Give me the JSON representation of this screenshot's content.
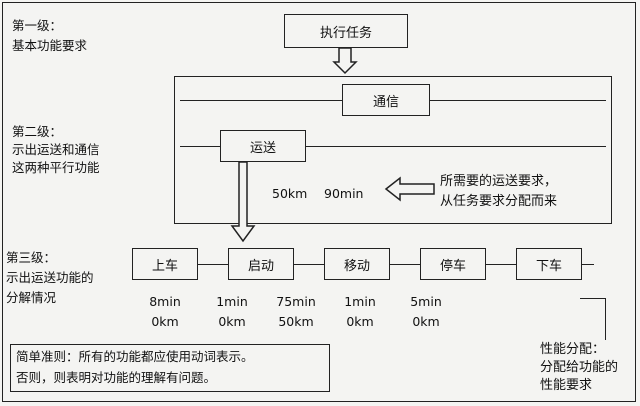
{
  "top_task": "执行任务",
  "levels": {
    "l1": [
      "第一级：",
      "基本功能要求"
    ],
    "l2": [
      "第二级：",
      "示出运送和通信",
      "这两种平行功能"
    ],
    "l3": [
      "第三级：",
      "示出运送功能的",
      "分解情况"
    ]
  },
  "level2": {
    "comm": "通信",
    "transport": "运送",
    "values": [
      "50km",
      "90min"
    ],
    "note": [
      "所需要的运送要求，",
      "从任务要求分配而来"
    ]
  },
  "steps": [
    {
      "label": "上车",
      "time": "8min",
      "dist": "0km"
    },
    {
      "label": "启动",
      "time": "1min",
      "dist": "0km"
    },
    {
      "label": "移动",
      "time": "75min",
      "dist": "50km"
    },
    {
      "label": "停车",
      "time": "1min",
      "dist": "0km"
    },
    {
      "label": "下车",
      "time": "5min",
      "dist": "0km"
    }
  ],
  "rule": [
    "简单准则：所有的功能都应使用动词表示。",
    "否则，则表明对功能的理解有问题。"
  ],
  "perf": [
    "性能分配：",
    "分配给功能的",
    "性能要求"
  ]
}
